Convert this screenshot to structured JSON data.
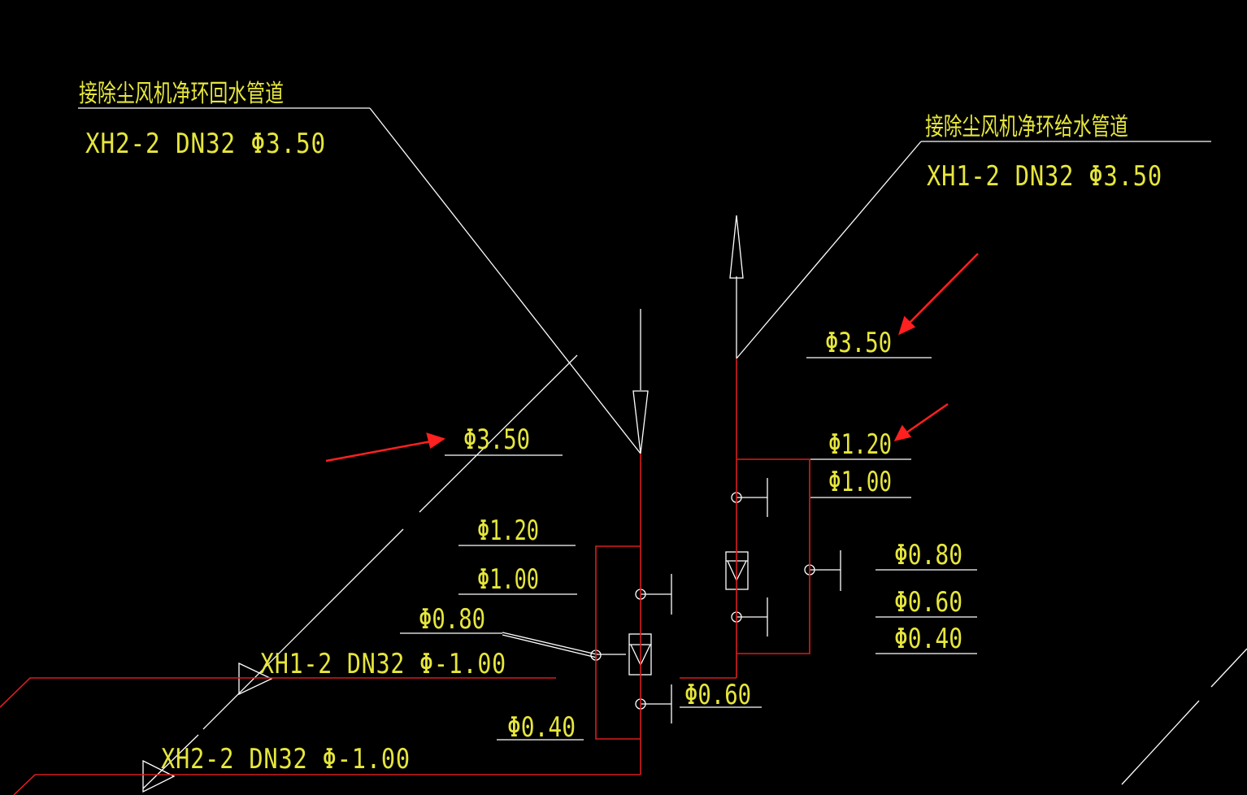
{
  "labels": {
    "return_title": "接除尘风机净环回水管道",
    "return_spec": "XH2-2  DN32  Φ3.50",
    "supply_title": "接除尘风机净环给水管道",
    "supply_spec": "XH1-2  DN32  Φ3.50",
    "pipe_xh1_bottom": "XH1-2  DN32  Φ-1.00",
    "pipe_xh2_bottom": "XH2-2  DN32  Φ-1.00"
  },
  "elevations": {
    "left_350": "Φ3.50",
    "left_120": "Φ1.20",
    "left_100": "Φ1.00",
    "left_080": "Φ0.80",
    "left_040": "Φ0.40",
    "mid_060": "Φ0.60",
    "right_350": "Φ3.50",
    "right_120": "Φ1.20",
    "right_100": "Φ1.00",
    "right_080": "Φ0.80",
    "right_060": "Φ0.60",
    "right_040": "Φ0.40"
  },
  "colors": {
    "background": "#000000",
    "text": "#e6e63c",
    "pipe": "#d81e1e",
    "leader": "#ffffff",
    "arrow_annotation": "#ff2020"
  }
}
